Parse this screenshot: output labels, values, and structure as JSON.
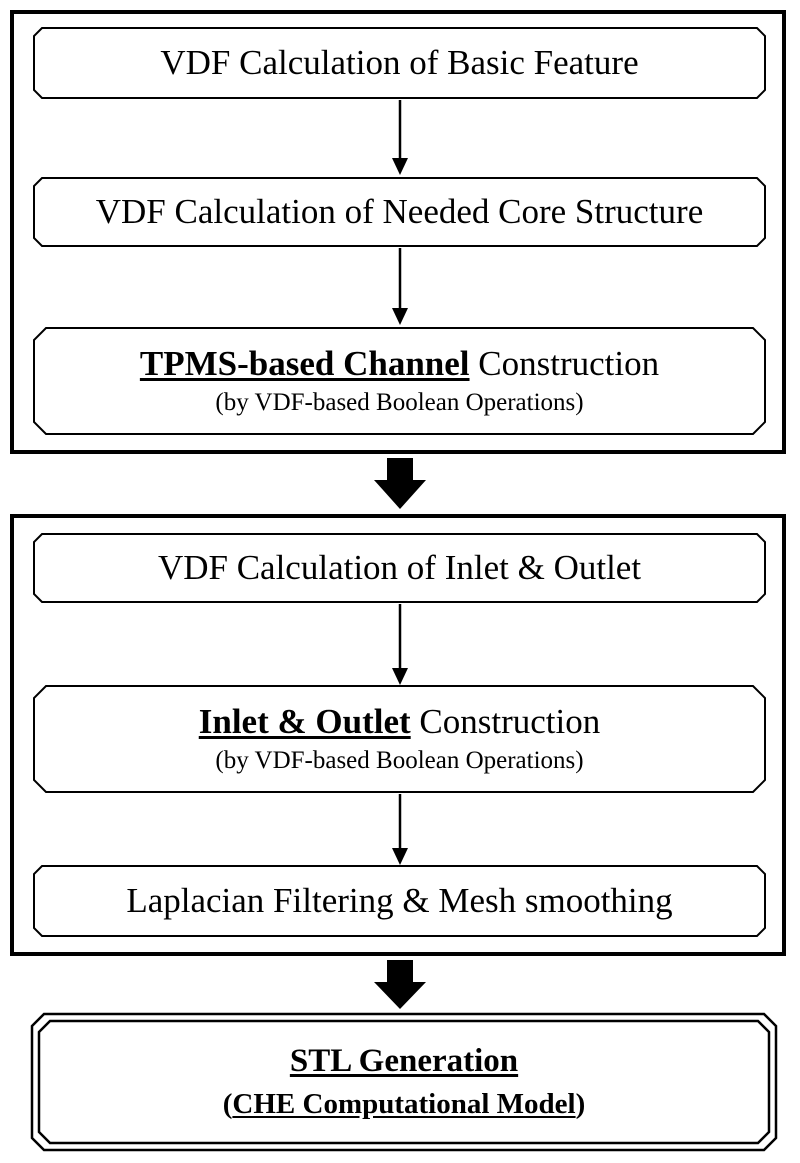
{
  "groups": [
    {
      "steps": [
        {
          "label": "VDF Calculation of Basic Feature"
        },
        {
          "label": "VDF Calculation of Needed Core Structure"
        },
        {
          "label_bold": "TPMS-based Channel",
          "label_rest": " Construction",
          "note": "(by VDF-based Boolean Operations)"
        }
      ]
    },
    {
      "steps": [
        {
          "label": "VDF Calculation of Inlet & Outlet"
        },
        {
          "label_bold": "Inlet & Outlet",
          "label_rest": " Construction",
          "note": "(by VDF-based Boolean Operations)"
        },
        {
          "label": "Laplacian Filtering & Mesh smoothing"
        }
      ]
    }
  ],
  "final": {
    "title": "STL Generation",
    "subtitle_open": "(",
    "subtitle": "CHE Computational Model",
    "subtitle_close": ")"
  }
}
